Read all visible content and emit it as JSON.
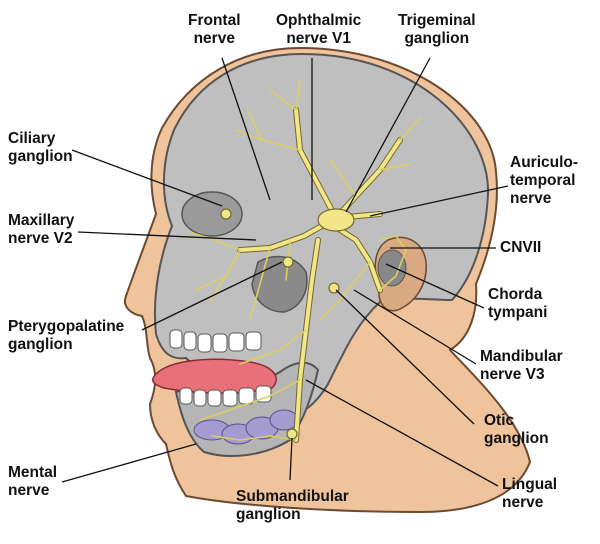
{
  "colors": {
    "skin": "#efc49c",
    "skull": "#bfbfbf",
    "skull_outline": "#555555",
    "nerve": "#f2e688",
    "nerve_outline": "#6f6a2c",
    "tongue": "#e8707a",
    "gland": "#a49bcf",
    "teeth": "#ffffff",
    "leader": "#111111"
  },
  "labels": {
    "frontal": {
      "line1": "Frontal",
      "line2": "nerve"
    },
    "ophthalmic": {
      "line1": "Ophthalmic",
      "line2": "nerve V1"
    },
    "trigeminal": {
      "line1": "Trigeminal",
      "line2": "ganglion"
    },
    "ciliary": {
      "line1": "Ciliary",
      "line2": "ganglion"
    },
    "auriculo": {
      "line1": "Auriculo-",
      "line2": "temporal",
      "line3": "nerve"
    },
    "maxillary": {
      "line1": "Maxillary",
      "line2": "nerve V2"
    },
    "cnvii": {
      "line1": "CNVII"
    },
    "pterygopalatine": {
      "line1": "Pterygopalatine",
      "line2": "ganglion"
    },
    "chorda": {
      "line1": "Chorda",
      "line2": "tympani"
    },
    "mandibular": {
      "line1": "Mandibular",
      "line2": "nerve V3"
    },
    "otic": {
      "line1": "Otic",
      "line2": "ganglion"
    },
    "mental": {
      "line1": "Mental",
      "line2": "nerve"
    },
    "lingual": {
      "line1": "Lingual",
      "line2": "nerve"
    },
    "submandibular": {
      "line1": "Submandibular",
      "line2": "ganglion"
    }
  }
}
